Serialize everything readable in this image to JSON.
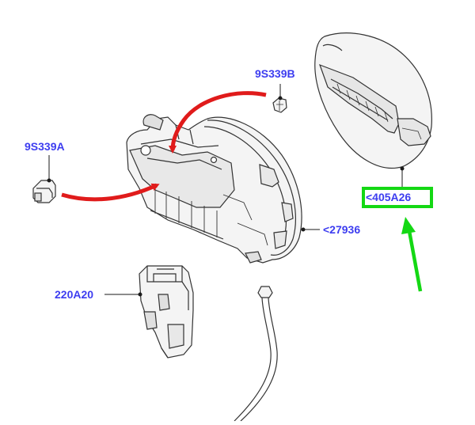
{
  "colors": {
    "label": "#3d3df0",
    "leader": "#1a1a1a",
    "part_line": "#333333",
    "part_fill": "#f4f4f4",
    "part_shade": "#d4d4d4",
    "flow_arrow": "#e01b1b",
    "highlight": "#14d814",
    "pointer_arrow": "#14d814"
  },
  "callouts": [
    {
      "id": "9S339B",
      "text": "9S339B",
      "component": "screw"
    },
    {
      "id": "9S339A",
      "text": "9S339A",
      "component": "bracket-clip"
    },
    {
      "id": "27936",
      "text": "<27936",
      "component": "filler-pipe-housing"
    },
    {
      "id": "405A26",
      "text": "<405A26",
      "component": "fuel-filler-door",
      "highlighted": true
    },
    {
      "id": "220A20",
      "text": "220A20",
      "component": "actuator"
    }
  ],
  "components": [
    {
      "name": "fuel-filler-door"
    },
    {
      "name": "filler-pipe-housing"
    },
    {
      "name": "screw"
    },
    {
      "name": "bracket-clip"
    },
    {
      "name": "actuator"
    },
    {
      "name": "drain-hose"
    }
  ],
  "annotations": [
    {
      "name": "red-flow-arrow-screw",
      "type": "curved-arrow",
      "color": "flow_arrow"
    },
    {
      "name": "red-flow-arrow-clip",
      "type": "curved-arrow",
      "color": "flow_arrow"
    },
    {
      "name": "green-highlight-box",
      "type": "rectangle",
      "target": "405A26"
    },
    {
      "name": "green-pointer-arrow",
      "type": "straight-arrow",
      "target": "405A26"
    }
  ]
}
